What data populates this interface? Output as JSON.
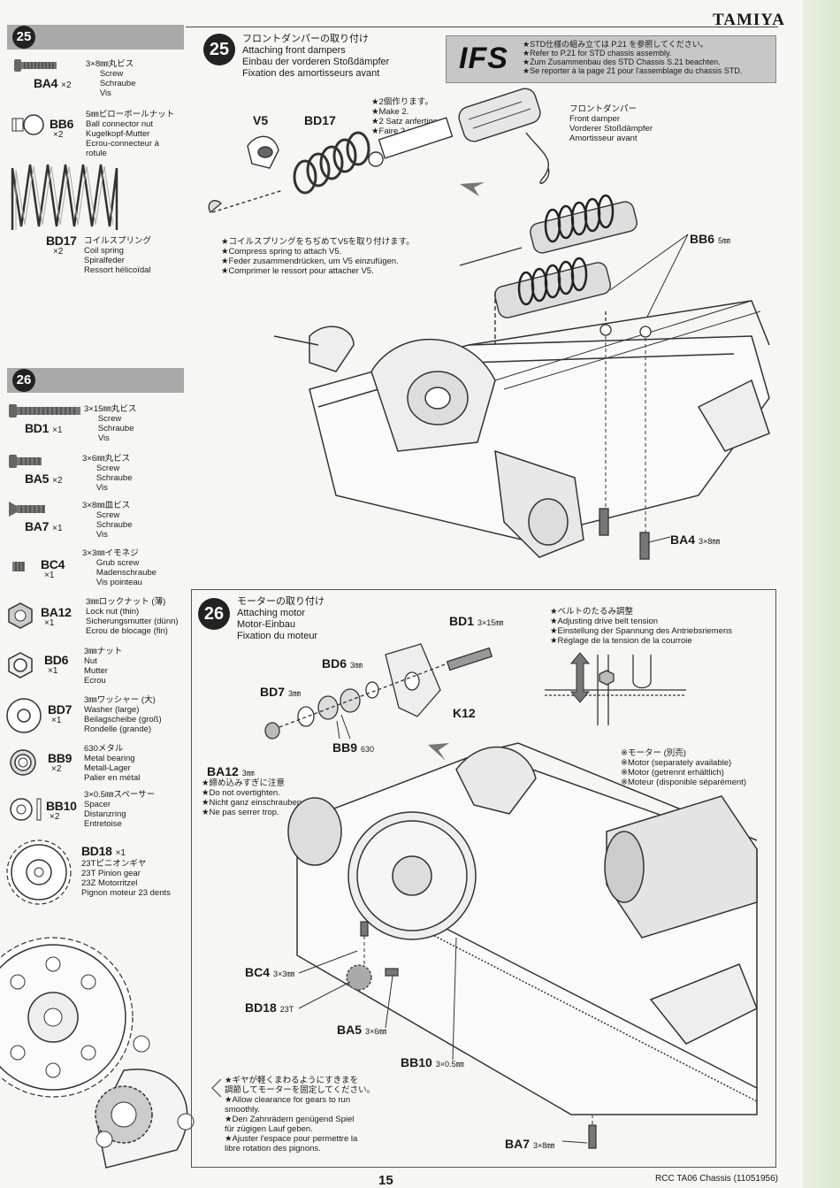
{
  "brand": "TAMIYA",
  "page_number": "15",
  "model": "RCC TA06 Chassis (11051956)",
  "step25": {
    "number": "25",
    "title": "フロントダンパーの取り付け\nAttaching front dampers\nEinbau der vorderen Stoßdämpfer\nFixation des amortisseurs avant",
    "parts": [
      {
        "code": "BA4",
        "qty": "×2",
        "desc": "3×8㎜丸ビス\n      Screw\n      Schraube\n      Vis"
      },
      {
        "code": "BB6",
        "qty": "×2",
        "desc": "5㎜ピローボールナット\nBall connector nut\nKugelkopf-Mutter\nEcrou-connecteur à\nrotule"
      },
      {
        "code": "BD17",
        "qty": "×2",
        "desc": "コイルスプリング\nCoil spring\nSpiralfeder\nRessort hélicoïdal"
      }
    ],
    "ifs": "IFS",
    "ifs_note": "★STD仕様の組み立ては P.21 を参照してください。\n★Refer to P.21 for STD chassis assembly.\n★Zum Zusammenbau des STD Chassis S.21 beachten.\n★Se reporter à la page 21 pour l'assemblage du chassis STD.",
    "make2": "★2個作ります。\n★Make 2.\n★2 Satz anfertigen.\n★Faire 2 jeux.",
    "damper_label": "フロントダンパー\nFront damper\nVorderer Stoßdämpfer\nAmortisseur avant",
    "spring_note": "★コイルスプリングをちぢめてV5を取り付けます。\n★Compress spring to attach V5.\n★Feder zusammendrücken, um V5 einzufügen.\n★Comprimer le ressort pour attacher V5.",
    "labels": {
      "v5": "V5",
      "bd17": "BD17",
      "bb6": "BB6",
      "bb6_size": "5㎜",
      "ba4": "BA4",
      "ba4_size": "3×8㎜"
    }
  },
  "step26": {
    "number": "26",
    "title": "モーターの取り付け\nAttaching motor\nMotor-Einbau\nFixation du moteur",
    "parts": [
      {
        "code": "BD1",
        "qty": "×1",
        "desc": "3×15㎜丸ビス\n      Screw\n      Schraube\n      Vis"
      },
      {
        "code": "BA5",
        "qty": "×2",
        "desc": "3×6㎜丸ビス\n      Screw\n      Schraube\n      Vis"
      },
      {
        "code": "BA7",
        "qty": "×1",
        "desc": "3×8㎜皿ビス\n      Screw\n      Schraube\n      Vis"
      },
      {
        "code": "BC4",
        "qty": "×1",
        "desc": "3×3㎜イモネジ\n      Grub screw\n      Madenschraube\n      Vis pointeau"
      },
      {
        "code": "BA12",
        "qty": "×1",
        "desc": "3㎜ロックナット (薄)\nLock nut (thin)\nSicherungsmutter (dünn)\nEcrou de blocage (fin)"
      },
      {
        "code": "BD6",
        "qty": "×1",
        "desc": "3㎜ナット\nNut\nMutter\nEcrou"
      },
      {
        "code": "BD7",
        "qty": "×1",
        "desc": "3㎜ワッシャー (大)\nWasher (large)\nBeilagscheibe (groß)\nRondelle (grande)"
      },
      {
        "code": "BB9",
        "qty": "×2",
        "desc": "630メタル\nMetal bearing\nMetall-Lager\nPalier en métal"
      },
      {
        "code": "BB10",
        "qty": "×2",
        "desc": "3×0.5㎜スペーサー\nSpacer\nDistanzring\nEntretoise"
      },
      {
        "code": "BD18",
        "qty": "×1",
        "desc": "23Tピニオンギヤ\n23T Pinion gear\n23Z Motorritzel\nPignon moteur 23 dents"
      }
    ],
    "belt_note": "★ベルトのたるみ調整\n★Adjusting drive belt tension\n★Einstellung der Spannung des Antriebsriemens\n★Réglage de la tension de la courroie",
    "motor_note": "※モーター (別売)\n※Motor (separately available)\n※Motor (getrennt erhältlich)\n※Moteur (disponible séparément)",
    "overtighten": "★締め込みすぎに注意\n★Do not overtighten.\n★Nicht ganz einschrauben.\n★Ne pas serrer trop.",
    "gear_note": "★ギヤが軽くまわるようにすきまを\n調節してモーターを固定してください。\n★Allow clearance for gears to run\nsmoothly.\n★Den Zahnrädern genügend Spiel\nfür zügigen Lauf geben.\n★Ajuster l'espace pour permettre la\nlibre rotation des pignons.",
    "labels": {
      "bd1": "BD1",
      "bd1_size": "3×15㎜",
      "bd6": "BD6",
      "bd6_size": "3㎜",
      "bd7": "BD7",
      "bd7_size": "3㎜",
      "k12": "K12",
      "bb9": "BB9",
      "bb9_size": "630",
      "ba12": "BA12",
      "ba12_size": "3㎜",
      "bc4": "BC4",
      "bc4_size": "3×3㎜",
      "bd18": "BD18",
      "bd18_size": "23T",
      "ba5": "BA5",
      "ba5_size": "3×6㎜",
      "bb10": "BB10",
      "bb10_size": "3×0.5㎜",
      "ba7": "BA7",
      "ba7_size": "3×8㎜"
    }
  }
}
